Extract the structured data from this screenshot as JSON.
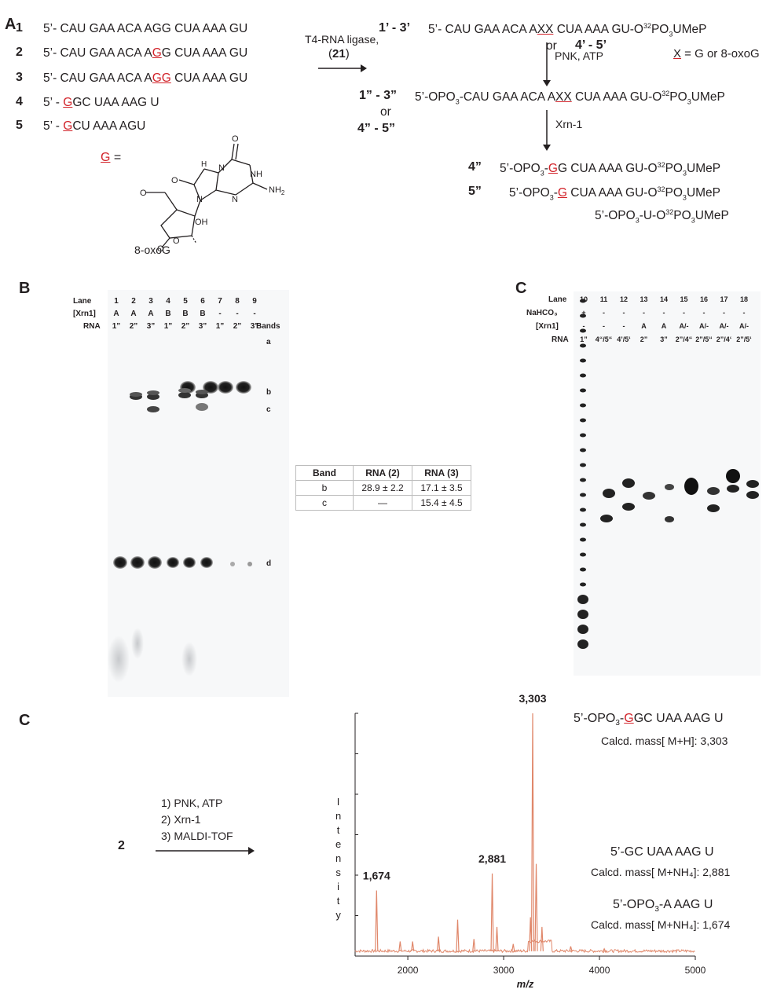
{
  "panelA": {
    "label": "A",
    "sequences": [
      {
        "num": "1",
        "prefix": "5’- CAU GAA ACA A",
        "mod": "",
        "suffix": "GG CUA AAA GU"
      },
      {
        "num": "2",
        "prefix": "5’- CAU GAA ACA A",
        "mod": "G",
        "suffix": "G CUA AAA GU"
      },
      {
        "num": "3",
        "prefix": "5’- CAU GAA ACA A",
        "mod": "GG",
        "suffix": " CUA AAA GU"
      },
      {
        "num": "4",
        "prefix": "5’ - ",
        "mod": "G",
        "suffix": "GC UAA AAG U"
      },
      {
        "num": "5",
        "prefix": "5’ - ",
        "mod": "G",
        "suffix": "CU AAA AGU"
      }
    ],
    "ligase_label": "T4-RNA ligase,",
    "ligase_ref_open": "(",
    "ligase_ref": "21",
    "ligase_ref_close": ")",
    "product1_id": "1’ - 3’",
    "product1_seq_a": "5’- CAU GAA ACA A",
    "product1_xx": "XX",
    "product1_seq_b": " CUA AAA GU-O",
    "or1": "or",
    "product1_alt": "4’ - 5’",
    "pnk_label": "PNK, ATP",
    "x_def_x": "X",
    "x_def": " = G or 8-oxoG",
    "product2_id": "1” - 3”",
    "product2_seq_a": "5’-OPO",
    "product2_seq_b": "-CAU GAA ACA A",
    "product2_xx": "XX",
    "product2_seq_c": " CUA AAA GU-O",
    "or2": "or",
    "product2_alt": "4” - 5”",
    "xrn_label": "Xrn-1",
    "final": [
      {
        "id": "4”",
        "a": "5’-OPO",
        "b": "-",
        "mod": "G",
        "c": "G CUA AAA GU-O"
      },
      {
        "id": "5”",
        "a": "5’-OPO",
        "b": "-",
        "mod": "G",
        "c": " CUA AAA GU-O"
      },
      {
        "id": "",
        "a": "5’-OPO",
        "b": "-U-O",
        "mod": "",
        "c": ""
      }
    ],
    "sub3": "3",
    "sup32": "32",
    "po3": "PO",
    "umep": "UMeP",
    "structure": {
      "g_symbol": "G",
      "equals": "=",
      "name": "8-oxoG",
      "o": "O",
      "n": "N",
      "nh": "NH",
      "nh2": "NH",
      "h": "H",
      "oh": "OH",
      "two": "2"
    }
  },
  "panelB": {
    "label": "B",
    "row_labels": [
      "Lane",
      "[Xrn1]",
      "RNA"
    ],
    "lanes": [
      "1",
      "2",
      "3",
      "4",
      "5",
      "6",
      "7",
      "8",
      "9"
    ],
    "xrn1": [
      "A",
      "A",
      "A",
      "B",
      "B",
      "B",
      "-",
      "-",
      "-"
    ],
    "rna": [
      "1”",
      "2”",
      "3”",
      "1”",
      "2”",
      "3”",
      "1”",
      "2”",
      "3”"
    ],
    "bands_header": "Bands",
    "band_labels": [
      "a",
      "b",
      "c",
      "d"
    ],
    "table": {
      "headers": [
        "Band",
        "RNA (2)",
        "RNA (3)"
      ],
      "rows": [
        [
          "b",
          "28.9 ± 2.2",
          "17.1 ± 3.5"
        ],
        [
          "c",
          "—",
          "15.4 ± 4.5"
        ]
      ]
    }
  },
  "panelC_gel": {
    "label": "C",
    "row_labels": [
      "Lane",
      "NaHCO₃",
      "[Xrn1]",
      "RNA"
    ],
    "lanes": [
      "10",
      "11",
      "12",
      "13",
      "14",
      "15",
      "16",
      "17",
      "18"
    ],
    "nahco3": [
      "+",
      "-",
      "-",
      "-",
      "-",
      "-",
      "-",
      "-",
      "-"
    ],
    "xrn1": [
      "-",
      "-",
      "-",
      "A",
      "A",
      "A/-",
      "A/-",
      "A/-",
      "A/-"
    ],
    "rna": [
      "1”",
      "4“/5“",
      "4’/5‘",
      "2”",
      "3”",
      "2”/4“",
      "2”/5“",
      "2”/4‘",
      "2”/5‘"
    ]
  },
  "panelC_ms": {
    "label": "C",
    "reactant": "2",
    "steps": [
      "1) PNK, ATP",
      "2) Xrn-1",
      "3) MALDI-TOF"
    ],
    "ylabel_letters": [
      "I",
      "n",
      "t",
      "e",
      "n",
      "s",
      "i",
      "t",
      "y"
    ],
    "xlabel": "m/z",
    "peak_labels": [
      "3,303",
      "2,881",
      "1,674"
    ],
    "annotations": [
      {
        "seq_a": "5’-OPO",
        "seq_sub": "3",
        "seq_b": "-",
        "seq_mod": "G",
        "seq_c": "GC UAA AAG U",
        "mass": "Calcd. mass[ M+H]: 3,303"
      },
      {
        "seq_a": "5’-GC UAA AAG U",
        "seq_sub": "",
        "seq_b": "",
        "seq_mod": "",
        "seq_c": "",
        "mass": "Calcd. mass[ M+NH₄]: 2,881"
      },
      {
        "seq_a": "5’-OPO",
        "seq_sub": "3",
        "seq_b": "-A AAG U",
        "seq_mod": "",
        "seq_c": "",
        "mass": "Calcd. mass[ M+NH₄]: 1,674"
      }
    ],
    "line_color": "#e0876a",
    "chart_data": {
      "type": "line",
      "xlabel": "m/z",
      "ylabel": "Intensity",
      "xlim": [
        1450,
        5000
      ],
      "ylim": [
        0,
        1.0
      ],
      "xticks": [
        2000,
        3000,
        4000,
        5000
      ],
      "grid": false,
      "peaks": [
        {
          "x": 1674,
          "y": 0.27,
          "label": "1,674"
        },
        {
          "x": 1920,
          "y": 0.06
        },
        {
          "x": 2050,
          "y": 0.06
        },
        {
          "x": 2320,
          "y": 0.08
        },
        {
          "x": 2520,
          "y": 0.15
        },
        {
          "x": 2690,
          "y": 0.07
        },
        {
          "x": 2881,
          "y": 0.34,
          "label": "2,881"
        },
        {
          "x": 2930,
          "y": 0.12
        },
        {
          "x": 3100,
          "y": 0.05
        },
        {
          "x": 3280,
          "y": 0.16
        },
        {
          "x": 3303,
          "y": 1.0,
          "label": "3,303"
        },
        {
          "x": 3340,
          "y": 0.38
        },
        {
          "x": 3400,
          "y": 0.12
        },
        {
          "x": 3700,
          "y": 0.04
        },
        {
          "x": 4050,
          "y": 0.03
        }
      ]
    }
  }
}
